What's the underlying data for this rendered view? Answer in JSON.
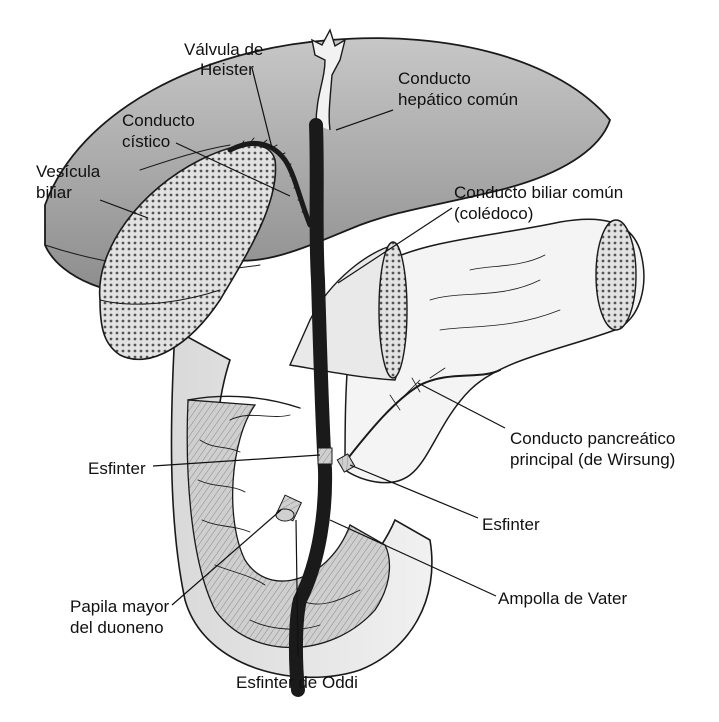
{
  "labels": {
    "valvula_heister": [
      "Válvula de",
      "Heister"
    ],
    "conducto_hepatico": [
      "Conducto",
      "hepático común"
    ],
    "conducto_cistico": [
      "Conducto",
      "cístico"
    ],
    "vesicula_biliar": [
      "Vesícula",
      "biliar"
    ],
    "conducto_biliar_comun": [
      "Conducto biliar común",
      "(colédoco)"
    ],
    "conducto_pancreatico": [
      "Conducto pancreático",
      "principal (de Wirsung)"
    ],
    "esfinter_izq": "Esfinter",
    "esfinter_der": "Esfinter",
    "ampolla_vater": "Ampolla de Vater",
    "papila_mayor": [
      "Papila mayor",
      "del duoneno"
    ],
    "esfinter_oddi": "Esfinter de Oddi"
  }
}
